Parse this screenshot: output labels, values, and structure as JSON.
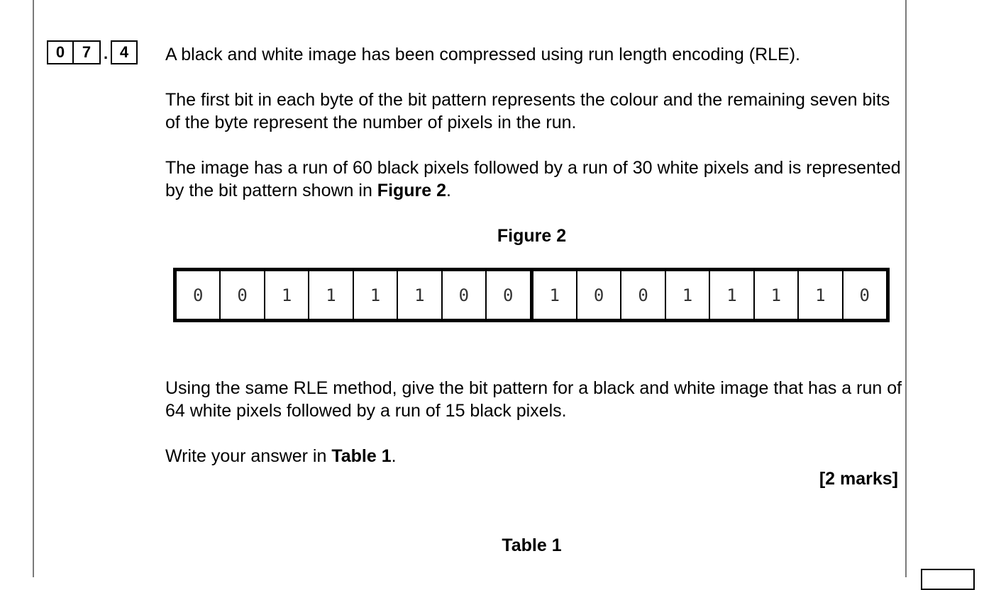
{
  "question_number": {
    "digits": [
      "0",
      "7"
    ],
    "separator": ".",
    "part": "4"
  },
  "intro": "A black and white image has been compressed using run length encoding (RLE).",
  "bit_explanation": "The first bit in each byte of the bit pattern represents the colour and the remaining seven bits of the byte represent the number of pixels in the run.",
  "example": {
    "text_before": "The image has a run of 60 black pixels followed by a run of 30 white pixels and is represented by the bit pattern shown in ",
    "figure_ref": "Figure 2",
    "text_after": "."
  },
  "figure": {
    "caption": "Figure 2",
    "bits": [
      "0",
      "0",
      "1",
      "1",
      "1",
      "1",
      "0",
      "0",
      "1",
      "0",
      "0",
      "1",
      "1",
      "1",
      "1",
      "0"
    ]
  },
  "task": "Using the same RLE method, give the bit pattern for a black and white image that has a run of 64 white pixels followed by a run of 15 black pixels.",
  "instruction": {
    "text_before": "Write your answer in ",
    "table_ref": "Table 1",
    "text_after": "."
  },
  "marks": "[2 marks]",
  "table_caption": "Table 1"
}
